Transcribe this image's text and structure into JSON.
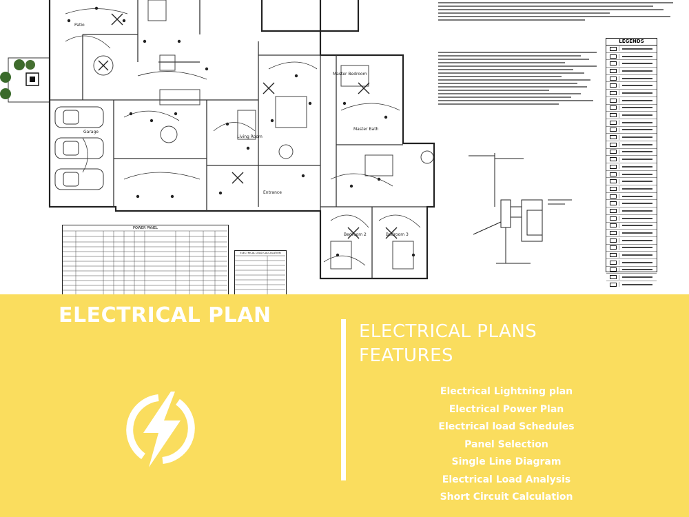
{
  "plan": {
    "rooms": {
      "patio": "Patio",
      "garage": "Garage",
      "living": "Living Room",
      "master_bedroom": "Master Bedroom",
      "master_bath": "Master Bath",
      "bedroom2": "Bedroom 2",
      "bedroom3": "Bedroom 3",
      "entrance": "Entrance"
    },
    "legend_title": "LEGENDS",
    "panel_title": "POWER PANEL",
    "load_title": "ELECTRICAL LOAD CALCULATION"
  },
  "hero": {
    "title": "ELECTRICAL PLAN",
    "features_title_line1": "ELECTRICAL PLANS",
    "features_title_line2": "FEATURES",
    "features": [
      "Electrical Lightning plan",
      "Electrical Power Plan",
      "Electrical load Schedules",
      "Panel Selection",
      "Single Line Diagram",
      "Electrical Load Analysis",
      "Short Circuit Calculation"
    ]
  },
  "icons": {
    "bolt": "lightning-bolt-icon"
  },
  "colors": {
    "band": "#fadd5e",
    "text": "#ffffff"
  }
}
